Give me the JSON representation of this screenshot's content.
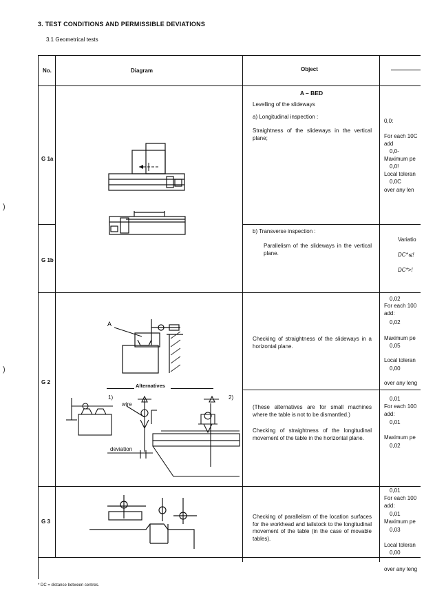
{
  "header": {
    "section_title": "3. TEST CONDITIONS AND PERMISSIBLE DEVIATIONS",
    "subsection_title": "3.1 Geometrical tests"
  },
  "table": {
    "col_no": "No.",
    "col_diagram": "Diagram",
    "col_object": "Object"
  },
  "rows": {
    "g1a": {
      "no": "G 1a",
      "section_heading": "A – BED",
      "levelling": "Levelling of the slideways",
      "sub_a": "a)  Longitudinal inspection :",
      "text": "Straightness of the slideways in the vertical plane;",
      "tolerances": [
        "0,0:",
        "For each 10C",
        "add",
        "0,0‑",
        "Maximum pe",
        "0,0!",
        "Local toleran",
        "0,0C",
        "over any len"
      ]
    },
    "g1b": {
      "no": "G 1b",
      "sub_b": "b)  Transverse inspection :",
      "text": "Parallelism of the slideways in the vertical plane.",
      "tolerances": [
        "Variatio",
        "DC*⩽!",
        "DC*>!"
      ]
    },
    "g2": {
      "no": "G 2",
      "label_a": "A",
      "alternatives": "Alternatives",
      "alt1": "1)",
      "alt2": "2)",
      "wire": "wire",
      "deviation": "deviation",
      "text1": "Checking of straightness of the slideways in a horizontal plane.",
      "text2": "(These alternatives are for small machines where the table is not to be dismantled.)",
      "text3": "Checking of straightness of the longitudinal movement of the table in the horizontal plane.",
      "tolerances1": [
        "0,02",
        "For each 100",
        "add:",
        "0,02",
        "Maximum pe",
        "0,05",
        "Local toleran",
        "0,00",
        "over any leng"
      ],
      "tolerances2": [
        "0,01",
        "For each 100",
        "add:",
        "0,01",
        "Maximum pe",
        "0,02"
      ]
    },
    "g3": {
      "no": "G 3",
      "text": "Checking of parallelism of the location surfaces for the workhead and tailstock to the longitudinal movement of the table (in the case of movable tables).",
      "tolerances": [
        "0,01",
        "For each 100",
        "add:",
        "0,01",
        "Maximum pe",
        "0,03",
        "Local toleran",
        "0,00",
        "over any leng"
      ]
    }
  },
  "footnote": "* DC = distance between centres."
}
